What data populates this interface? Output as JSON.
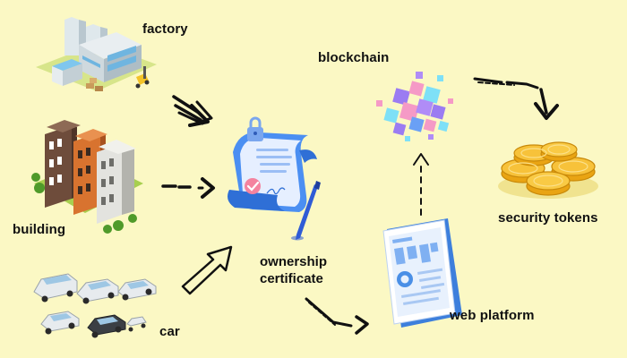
{
  "colors": {
    "background": "#fbf8c4",
    "certificate": "#3f86f0",
    "blockchain_pink": "#f59ac6",
    "blockchain_purple": "#9b7cf2",
    "blockchain_cyan": "#7ee0f7",
    "token_gold": "#f2b51c",
    "tablet_blue": "#4a8fe6"
  },
  "labels": {
    "factory": "factory",
    "building": "building",
    "car": "car",
    "certificate": "ownership\ncertificate",
    "blockchain": "blockchain",
    "web_platform": "web platform",
    "security_tokens": "security tokens"
  },
  "icons": {
    "factory": "factory-illustration",
    "building": "apartment-buildings-illustration",
    "car": "cars-illustration",
    "certificate": "certificate-scroll-with-lock-and-pen",
    "blockchain": "blockchain-cubes-illustration",
    "web_platform": "tablet-dashboard-illustration",
    "security_tokens": "gold-coins-illustration"
  }
}
